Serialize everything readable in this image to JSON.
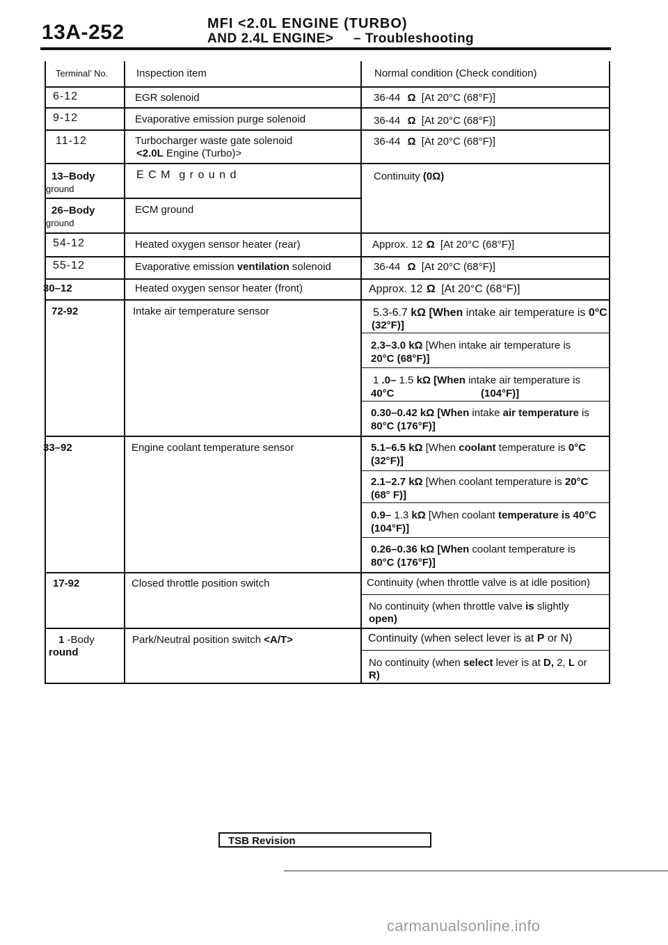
{
  "header": {
    "page_number": "13A-252",
    "line1": "MFI <2.0L ENGINE (TURBO)",
    "line2": "AND 2.4L ENGINE>",
    "section": "– Troubleshooting"
  },
  "table": {
    "columns": [
      "Terminal’ No.",
      "Inspection item",
      "Normal condition (Check condition)"
    ],
    "rows": {
      "r6_12": {
        "terminal": "6-12",
        "item": "EGR solenoid",
        "cond_num": "36-44",
        "cond_rest": "[At 20°C (68°F)]"
      },
      "r9_12": {
        "terminal": "9-12",
        "item": "Evaporative emission purge solenoid",
        "cond_num": "36-44",
        "cond_rest": "[At 20°C (68°F)]"
      },
      "r11_12": {
        "terminal": "11-12",
        "item": "Turbocharger waste gate solenoid",
        "item2a": "<2.0L",
        "item2b": " Engine (Turbo)>",
        "cond_num": "36-44",
        "cond_rest": "[At 20°C (68°F)]"
      },
      "r13": {
        "terminal": "13–Body",
        "terminal2": "ground",
        "item": "E C M  g r o u n d",
        "cond": "Continuity ",
        "cond_b": "(0Ω)"
      },
      "r26": {
        "terminal": "26–Body",
        "terminal2": "ground",
        "item": "ECM ground"
      },
      "r54": {
        "terminal": "54-12",
        "item": "Heated oxygen sensor heater (rear)",
        "cond": "Approx. 12 ",
        "cond_rest": "[At 20°C (68°F)]"
      },
      "r55": {
        "terminal": "55-12",
        "item_a": "Evaporative emission ",
        "item_b": "ventilation",
        "item_c": " solenoid",
        "cond_num": "36-44",
        "cond_rest": "[At 20°C (68°F)]"
      },
      "r60": {
        "terminal": "30–12",
        "item": "Heated oxygen sensor heater (front)",
        "cond": "Approx. 12 ",
        "cond_rest": "[At 20°C (68°F)]"
      },
      "r72": {
        "terminal": "72-92",
        "item": "Intake air temperature sensor",
        "c1a": "5.3-6.7 ",
        "c1b": "kΩ [When",
        "c1c": " intake air temperature is ",
        "c1d": "0°C",
        "c1e": "(32°F)]",
        "c2a": "2.3–3.0 kΩ",
        "c2b": " [When intake air temperature is",
        "c2c": "20°C (68°F)]",
        "c3a": "1 ",
        "c3b": ".0–",
        "c3c": " 1.5 ",
        "c3d": "kΩ [When",
        "c3e": " intake air temperature is",
        "c3f": "40°C",
        "c3g": "(104°F)]",
        "c4a": "0.30–0.42 kΩ [When",
        "c4b": " intake ",
        "c4c": "air temperature",
        "c4d": " is",
        "c4e": "80°C (176°F)]"
      },
      "r83": {
        "terminal": "33–92",
        "item": "Engine coolant temperature sensor",
        "c1a": "5.1–6.5 kΩ",
        "c1b": " [When ",
        "c1c": "coolant",
        "c1d": " temperature is ",
        "c1e": "0°C",
        "c1f": "(32°F)]",
        "c2a": "2.1–2.7 kΩ",
        "c2b": " [When coolant temperature is ",
        "c2c": "20°C",
        "c2d": "(68° F)]",
        "c3a": "0.9–",
        "c3b": " 1.3 ",
        "c3c": "kΩ",
        "c3d": " [When coolant ",
        "c3e": "temperature is 40°C",
        "c3f": "(104°F)]",
        "c4a": "0.26–0.36 kΩ [When",
        "c4b": " coolant temperature is",
        "c4c": "80°C (176°F)]"
      },
      "r17": {
        "terminal": "17-92",
        "item": "Closed throttle position switch",
        "c1": "Continuity (when throttle valve is at idle position)",
        "c2a": "No continuity (when throttle valve ",
        "c2b": "is",
        "c2c": " slightly",
        "c2d": "open)"
      },
      "r1": {
        "terminal_a": "1",
        "terminal_b": " -Body",
        "terminal2": "round",
        "item_a": "Park/Neutral position switch ",
        "item_b": "<A/T>",
        "c1a": "Continuity (when select lever is at ",
        "c1b": "P",
        "c1c": " or N)",
        "c2a": "No continuity (when ",
        "c2b": "select",
        "c2c": " lever is at ",
        "c2d": "D,",
        "c2e": " 2, ",
        "c2f": "L",
        "c2g": " or",
        "c2h": "R)"
      }
    }
  },
  "footer": {
    "tsb": "TSB Revision",
    "watermark": "carmanualsonline.info"
  }
}
